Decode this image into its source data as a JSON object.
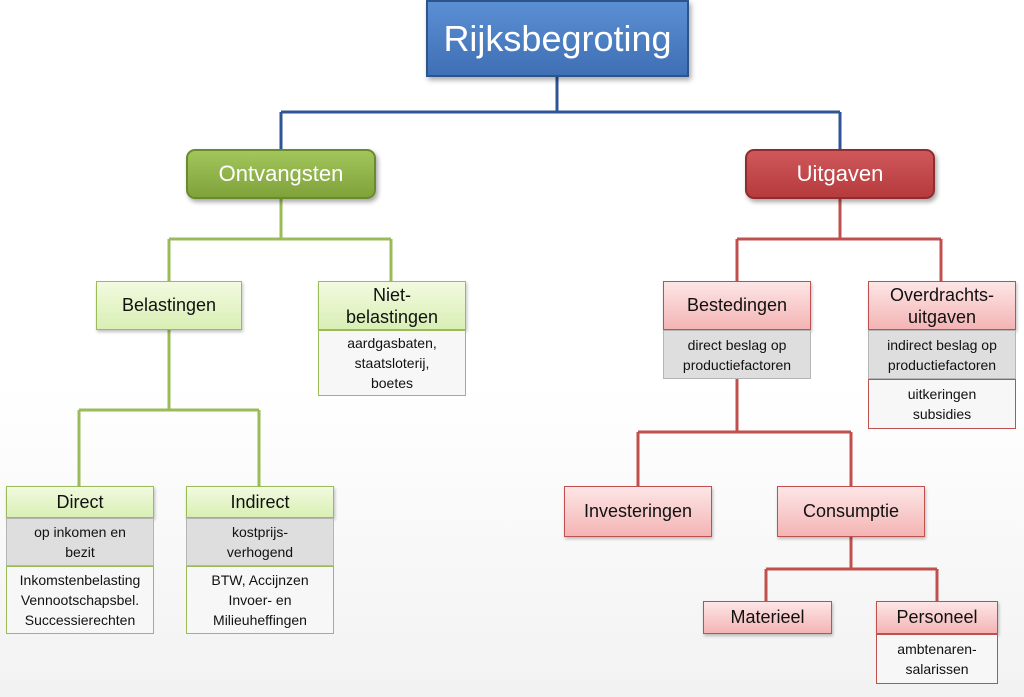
{
  "root": "Rijksbegroting",
  "ontvangsten": {
    "title": "Ontvangsten",
    "belastingen": "Belastingen",
    "niet_belastingen": {
      "title_line1": "Niet-",
      "title_line2": "belastingen",
      "detail": [
        "aardgasbaten,",
        "staatsloterij,",
        "boetes"
      ]
    },
    "direct": {
      "title": "Direct",
      "detail": [
        "op inkomen en",
        "bezit"
      ],
      "items": [
        "Inkomstenbelasting",
        "Vennootschapsbel.",
        "Successierechten"
      ]
    },
    "indirect": {
      "title": "Indirect",
      "detail": [
        "kostprijs-",
        "verhogend"
      ],
      "items": [
        "BTW, Accijnzen",
        "Invoer- en",
        "Milieuheffingen"
      ]
    }
  },
  "uitgaven": {
    "title": "Uitgaven",
    "bestedingen": {
      "title": "Bestedingen",
      "detail": [
        "direct beslag op",
        "productiefactoren"
      ]
    },
    "overdrachts": {
      "title_line1": "Overdrachts-",
      "title_line2": "uitgaven",
      "detail": [
        "indirect beslag op",
        "productiefactoren"
      ],
      "items": [
        "uitkeringen",
        "subsidies"
      ]
    },
    "investeringen": "Investeringen",
    "consumptie": "Consumptie",
    "materieel": "Materieel",
    "personeel": {
      "title": "Personeel",
      "detail": [
        "ambtenaren-",
        "salarissen"
      ]
    }
  },
  "colors": {
    "root_fill": "#4f81bd",
    "ontvangsten_fill": "#9bbb59",
    "uitgaven_fill": "#c0504d",
    "root_connector": "#2f5597",
    "green_connector": "#9bbb59",
    "red_connector": "#c0504d"
  }
}
